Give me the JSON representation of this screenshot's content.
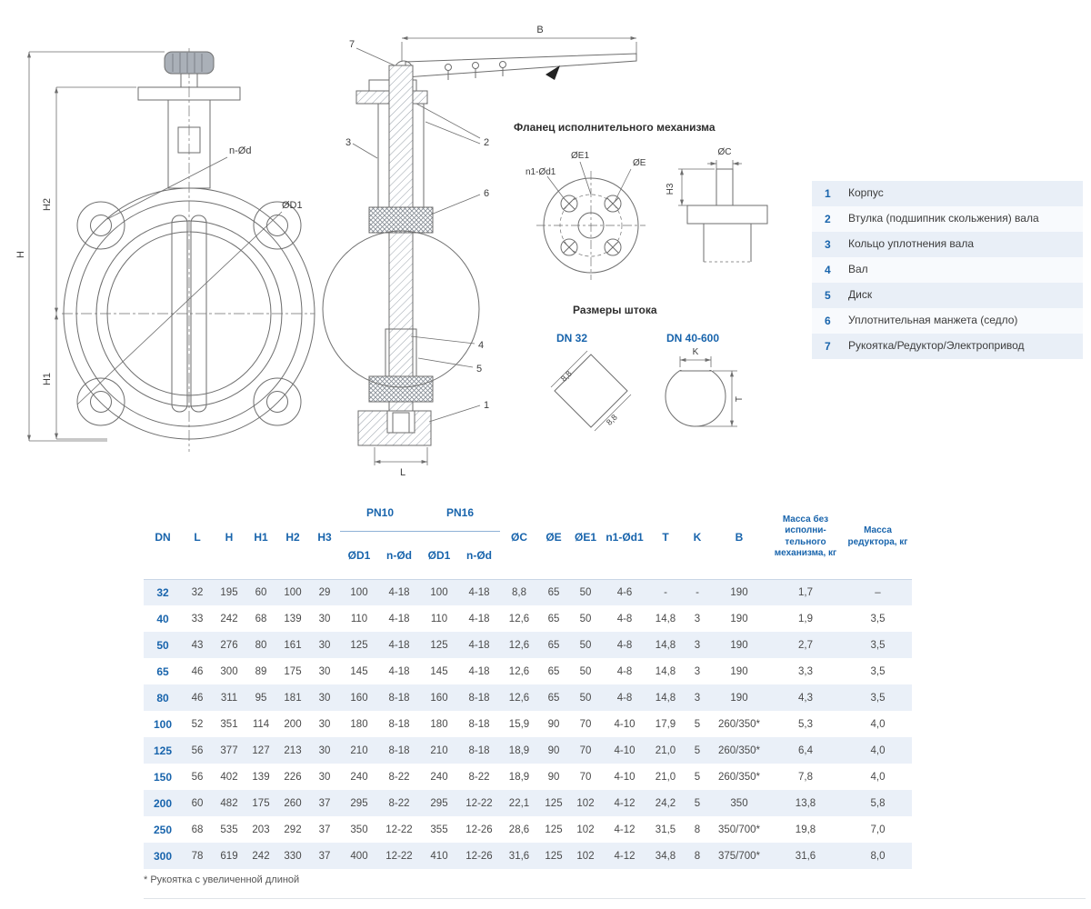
{
  "colors": {
    "accent": "#1864ac",
    "row_alt": "#eaf0f8",
    "line": "#6e6e6e"
  },
  "drawings": {
    "front_view": {
      "dim_h": "H",
      "dim_h1": "H1",
      "dim_h2": "H2",
      "label_nd": "n-Ød",
      "label_d1": "ØD1"
    },
    "section_view": {
      "dim_b": "B",
      "dim_l": "L",
      "callouts": {
        "c1": "1",
        "c2": "2",
        "c3": "3",
        "c4": "4",
        "c5": "5",
        "c6": "6",
        "c7": "7"
      }
    },
    "flange_view": {
      "title": "Фланец исполнительного механизма",
      "label_n1d1": "n1-Ød1",
      "label_e1": "ØE1",
      "label_e": "ØE",
      "label_c": "ØC",
      "label_h3": "H3"
    },
    "stem_view": {
      "title": "Размеры штока",
      "dn32": "DN 32",
      "dn40_600": "DN 40-600",
      "sq1": "8,8",
      "sq2": "8,8",
      "label_k": "K",
      "label_t": "T"
    }
  },
  "parts": [
    {
      "num": "1",
      "name": "Корпус"
    },
    {
      "num": "2",
      "name": "Втулка (подшипник скольжения) вала"
    },
    {
      "num": "3",
      "name": "Кольцо уплотнения вала"
    },
    {
      "num": "4",
      "name": "Вал"
    },
    {
      "num": "5",
      "name": "Диск"
    },
    {
      "num": "6",
      "name": "Уплотнительная манжета (седло)"
    },
    {
      "num": "7",
      "name": "Рукоятка/Редуктор/Электропривод"
    }
  ],
  "spec_table": {
    "group_pn10": "PN10",
    "group_pn16": "PN16",
    "cols": {
      "dn": "DN",
      "l": "L",
      "h": "H",
      "h1": "H1",
      "h2": "H2",
      "h3": "H3",
      "d1a": "ØD1",
      "nda": "n-Ød",
      "d1b": "ØD1",
      "ndb": "n-Ød",
      "c": "ØC",
      "e": "ØE",
      "e1": "ØE1",
      "n1d1": "n1-Ød1",
      "t": "T",
      "k": "K",
      "b": "B",
      "mass1": "Масса без исполни-тельного механизма, кг",
      "mass2": "Масса редуктора, кг"
    },
    "rows": [
      [
        "32",
        "32",
        "195",
        "60",
        "100",
        "29",
        "100",
        "4-18",
        "100",
        "4-18",
        "8,8",
        "65",
        "50",
        "4-6",
        "-",
        "-",
        "190",
        "1,7",
        "–"
      ],
      [
        "40",
        "33",
        "242",
        "68",
        "139",
        "30",
        "110",
        "4-18",
        "110",
        "4-18",
        "12,6",
        "65",
        "50",
        "4-8",
        "14,8",
        "3",
        "190",
        "1,9",
        "3,5"
      ],
      [
        "50",
        "43",
        "276",
        "80",
        "161",
        "30",
        "125",
        "4-18",
        "125",
        "4-18",
        "12,6",
        "65",
        "50",
        "4-8",
        "14,8",
        "3",
        "190",
        "2,7",
        "3,5"
      ],
      [
        "65",
        "46",
        "300",
        "89",
        "175",
        "30",
        "145",
        "4-18",
        "145",
        "4-18",
        "12,6",
        "65",
        "50",
        "4-8",
        "14,8",
        "3",
        "190",
        "3,3",
        "3,5"
      ],
      [
        "80",
        "46",
        "311",
        "95",
        "181",
        "30",
        "160",
        "8-18",
        "160",
        "8-18",
        "12,6",
        "65",
        "50",
        "4-8",
        "14,8",
        "3",
        "190",
        "4,3",
        "3,5"
      ],
      [
        "100",
        "52",
        "351",
        "114",
        "200",
        "30",
        "180",
        "8-18",
        "180",
        "8-18",
        "15,9",
        "90",
        "70",
        "4-10",
        "17,9",
        "5",
        "260/350*",
        "5,3",
        "4,0"
      ],
      [
        "125",
        "56",
        "377",
        "127",
        "213",
        "30",
        "210",
        "8-18",
        "210",
        "8-18",
        "18,9",
        "90",
        "70",
        "4-10",
        "21,0",
        "5",
        "260/350*",
        "6,4",
        "4,0"
      ],
      [
        "150",
        "56",
        "402",
        "139",
        "226",
        "30",
        "240",
        "8-22",
        "240",
        "8-22",
        "18,9",
        "90",
        "70",
        "4-10",
        "21,0",
        "5",
        "260/350*",
        "7,8",
        "4,0"
      ],
      [
        "200",
        "60",
        "482",
        "175",
        "260",
        "37",
        "295",
        "8-22",
        "295",
        "12-22",
        "22,1",
        "125",
        "102",
        "4-12",
        "24,2",
        "5",
        "350",
        "13,8",
        "5,8"
      ],
      [
        "250",
        "68",
        "535",
        "203",
        "292",
        "37",
        "350",
        "12-22",
        "355",
        "12-26",
        "28,6",
        "125",
        "102",
        "4-12",
        "31,5",
        "8",
        "350/700*",
        "19,8",
        "7,0"
      ],
      [
        "300",
        "78",
        "619",
        "242",
        "330",
        "37",
        "400",
        "12-22",
        "410",
        "12-26",
        "31,6",
        "125",
        "102",
        "4-12",
        "34,8",
        "8",
        "375/700*",
        "31,6",
        "8,0"
      ]
    ]
  },
  "footnote": "* Рукоятка с увеличенной длиной"
}
